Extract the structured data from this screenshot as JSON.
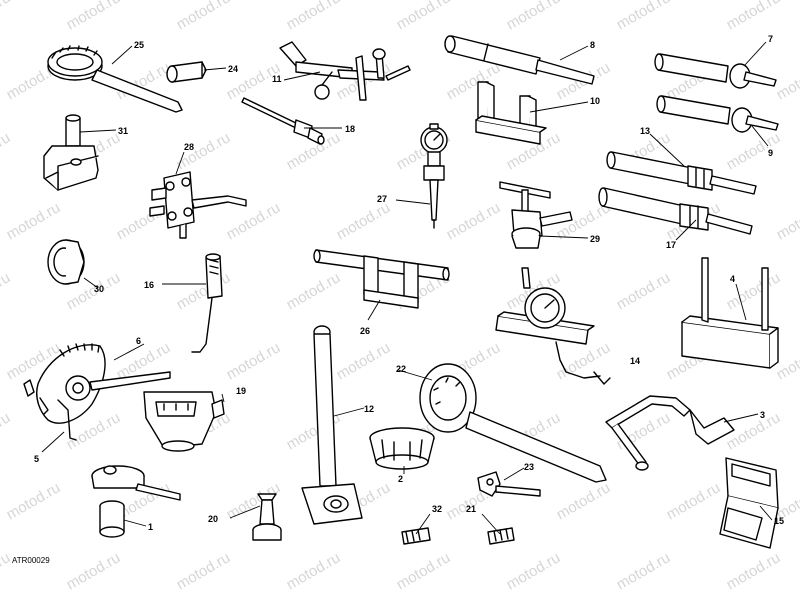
{
  "figure": {
    "reference_code": "ATR00029",
    "watermark": "motod.ru",
    "callouts": [
      {
        "id": "1",
        "label": "1"
      },
      {
        "id": "2",
        "label": "2"
      },
      {
        "id": "3",
        "label": "3"
      },
      {
        "id": "4",
        "label": "4"
      },
      {
        "id": "5",
        "label": "5"
      },
      {
        "id": "6",
        "label": "6"
      },
      {
        "id": "7",
        "label": "7"
      },
      {
        "id": "8",
        "label": "8"
      },
      {
        "id": "9",
        "label": "9"
      },
      {
        "id": "10",
        "label": "10"
      },
      {
        "id": "11",
        "label": "11"
      },
      {
        "id": "12",
        "label": "12"
      },
      {
        "id": "13",
        "label": "13"
      },
      {
        "id": "14",
        "label": "14"
      },
      {
        "id": "15",
        "label": "15"
      },
      {
        "id": "16",
        "label": "16"
      },
      {
        "id": "17",
        "label": "17"
      },
      {
        "id": "18",
        "label": "18"
      },
      {
        "id": "19",
        "label": "19"
      },
      {
        "id": "20",
        "label": "20"
      },
      {
        "id": "21",
        "label": "21"
      },
      {
        "id": "22",
        "label": "22"
      },
      {
        "id": "23",
        "label": "23"
      },
      {
        "id": "24",
        "label": "24"
      },
      {
        "id": "25",
        "label": "25"
      },
      {
        "id": "26",
        "label": "26"
      },
      {
        "id": "27",
        "label": "27"
      },
      {
        "id": "28",
        "label": "28"
      },
      {
        "id": "29",
        "label": "29"
      },
      {
        "id": "30",
        "label": "30"
      },
      {
        "id": "31",
        "label": "31"
      },
      {
        "id": "32",
        "label": "32"
      }
    ]
  }
}
